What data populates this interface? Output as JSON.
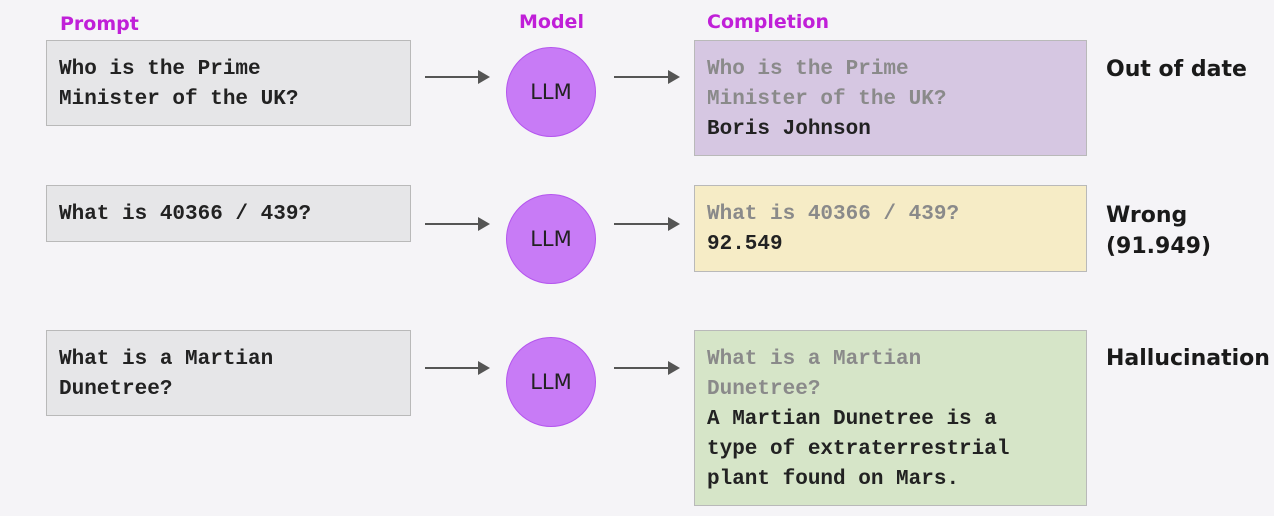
{
  "headers": {
    "prompt": "Prompt",
    "model": "Model",
    "completion": "Completion"
  },
  "rows": [
    {
      "prompt": "Who is the Prime\nMinister of the UK?",
      "model": "LLM",
      "completion_echo": "Who is the Prime\nMinister of the UK?",
      "completion_answer": "Boris Johnson",
      "verdict": "Out of date",
      "completion_color": "#d6c7e2"
    },
    {
      "prompt": "What is 40366 / 439?",
      "model": "LLM",
      "completion_echo": "What is 40366 / 439?",
      "completion_answer": "92.549",
      "verdict": "Wrong\n(91.949)",
      "completion_color": "#f6ecc6"
    },
    {
      "prompt": "What is a Martian\nDunetree?",
      "model": "LLM",
      "completion_echo": "What is a Martian\nDunetree?",
      "completion_answer": "A Martian Dunetree is a\ntype of extraterrestrial\nplant found on Mars.",
      "verdict": "Hallucination",
      "completion_color": "#d6e5c8"
    }
  ],
  "colors": {
    "header": "#c01fd8",
    "llm_fill": "#c87bf6",
    "prompt_fill": "#e6e6e8"
  }
}
